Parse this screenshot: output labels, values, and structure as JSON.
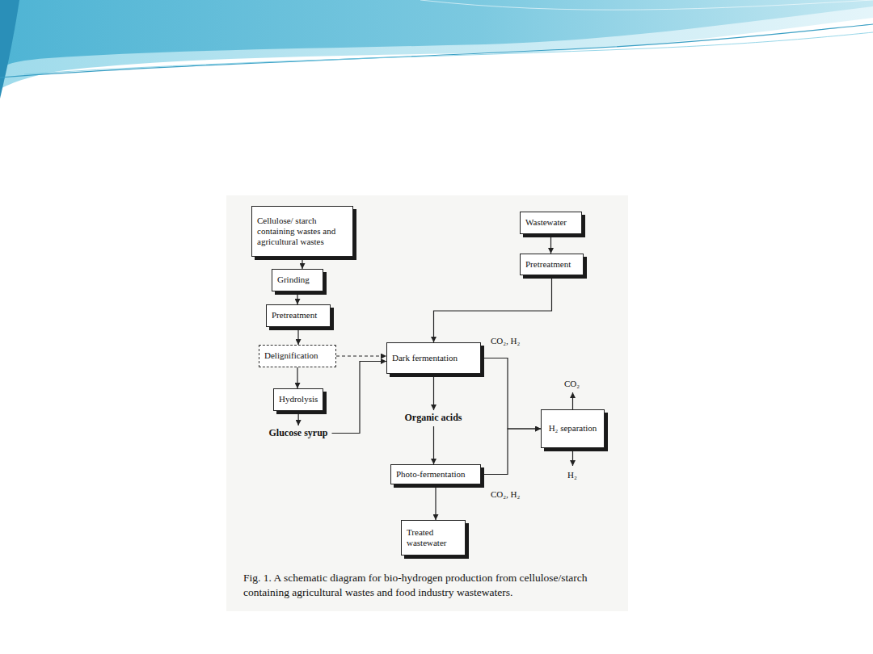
{
  "diagram": {
    "caption": "Fig. 1. A schematic diagram for bio-hydrogen production from cellulose/starch containing agricultural wastes and food industry wastewaters.",
    "nodes": [
      {
        "text": [
          "Cellulose/ starch containing wastes and agricultural wastes"
        ]
      },
      {
        "text": [
          "Wastewater"
        ]
      },
      {
        "text": [
          "Grinding"
        ]
      },
      {
        "text": [
          "Pretreatment"
        ]
      },
      {
        "text": [
          "Pretreatment"
        ]
      },
      {
        "text": [
          "Delignification"
        ]
      },
      {
        "text": [
          "Dark fermentation"
        ]
      },
      {
        "text": [
          "Hydrolysis"
        ]
      },
      {
        "text": [
          "H₂ separation"
        ]
      },
      {
        "text": [
          "Photo-fermentation"
        ]
      },
      {
        "text": [
          "Treated wastewater"
        ]
      }
    ],
    "edges": [
      {
        "from": 0,
        "to": 2,
        "arrow": "to"
      },
      {
        "from": 2,
        "to": 3,
        "arrow": "to"
      },
      {
        "from": 3,
        "to": 5,
        "arrow": "to"
      },
      {
        "from": 5,
        "to": 7,
        "arrow": "to"
      },
      {
        "from": 1,
        "to": 4,
        "arrow": "to"
      },
      {
        "from": 4,
        "to": 6,
        "arrow": "to"
      },
      {
        "from": 5,
        "to": 6,
        "arrow": "to"
      },
      {
        "from": 7,
        "to": 6,
        "label": "Glucose syrup",
        "arrow": "to"
      },
      {
        "from": 6,
        "to": 9,
        "label": "Organic acids",
        "arrow": "to"
      },
      {
        "from": 6,
        "to": 8,
        "arrow": "to"
      },
      {
        "from": 9,
        "to": 8,
        "arrow": "to"
      },
      {
        "from": 9,
        "to": 10,
        "arrow": "to"
      }
    ],
    "labels": [
      "CO₂, H₂",
      "CO₂",
      "H₂",
      "CO₂, H₂"
    ]
  }
}
